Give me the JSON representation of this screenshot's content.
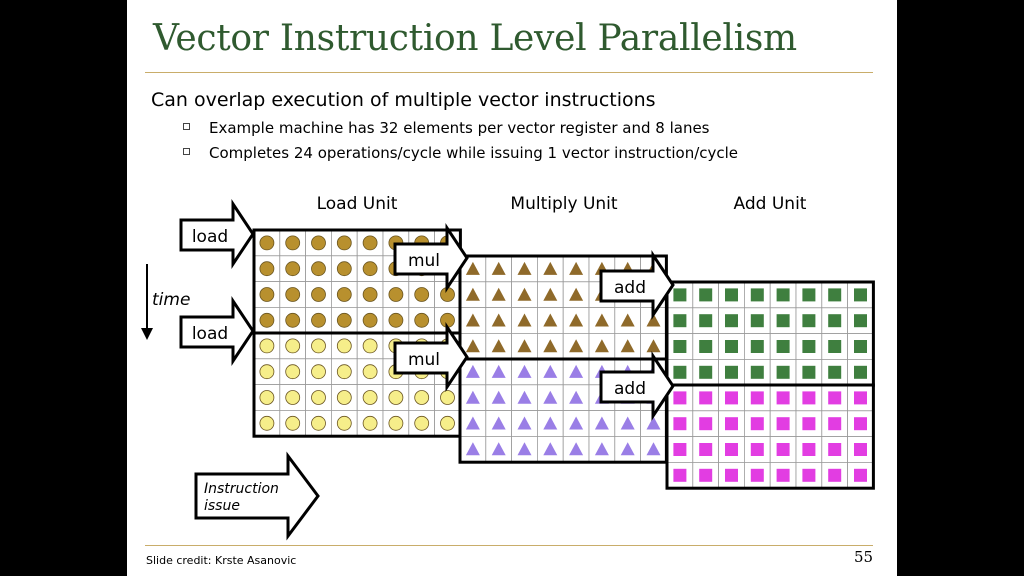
{
  "slide": {
    "title": "Vector Instruction Level Parallelism",
    "main_bullet": "Can overlap execution of multiple vector instructions",
    "sub_bullets": [
      "Example machine has 32 elements per vector register and 8 lanes",
      "Completes 24 operations/cycle while issuing 1 vector instruction/cycle"
    ],
    "credit": "Slide credit: Krste Asanovic",
    "page_number": "55"
  },
  "diagram": {
    "unit_labels": [
      "Load Unit",
      "Multiply Unit",
      "Add Unit"
    ],
    "time_label": "time",
    "issue_label_line1": "Instruction",
    "issue_label_line2": "issue",
    "lanes": 8,
    "rows_per_instruction": 4,
    "instructions": [
      {
        "label": "load",
        "unit": "Load Unit",
        "marker": "circle",
        "color": "#b8902e"
      },
      {
        "label": "load",
        "unit": "Load Unit",
        "marker": "circle",
        "color": "#f6ee8a"
      },
      {
        "label": "mul",
        "unit": "Multiply Unit",
        "marker": "triangle",
        "color": "#8f6a2a"
      },
      {
        "label": "mul",
        "unit": "Multiply Unit",
        "marker": "triangle",
        "color": "#9a7ee6"
      },
      {
        "label": "add",
        "unit": "Add Unit",
        "marker": "square",
        "color": "#3f7f3f"
      },
      {
        "label": "add",
        "unit": "Add Unit",
        "marker": "square",
        "color": "#e23de2"
      }
    ]
  }
}
